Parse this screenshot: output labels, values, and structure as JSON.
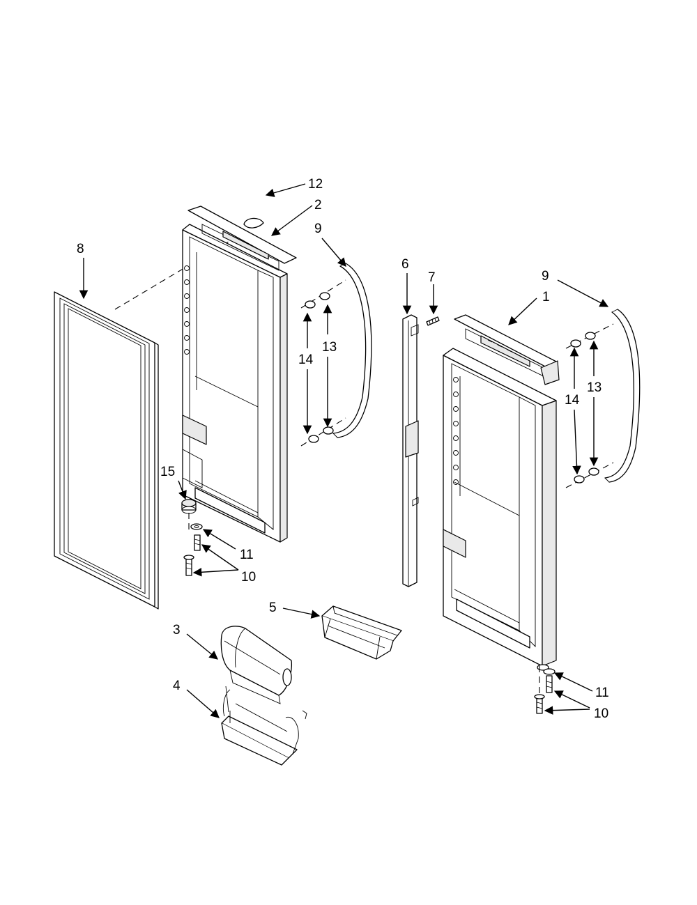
{
  "callouts": {
    "c1": "1",
    "c2": "2",
    "c3": "3",
    "c4": "4",
    "c5": "5",
    "c6": "6",
    "c7": "7",
    "c8": "8",
    "c9a": "9",
    "c9b": "9",
    "c10a": "10",
    "c10b": "10",
    "c11a": "11",
    "c11b": "11",
    "c12": "12",
    "c13a": "13",
    "c13b": "13",
    "c14a": "14",
    "c14b": "14",
    "c15": "15"
  },
  "icons": [
    "door-gasket-icon",
    "door-liner-icon",
    "door-handle-icon",
    "trim-strip-icon",
    "door-bin-icon",
    "screw-icon",
    "washer-icon"
  ]
}
